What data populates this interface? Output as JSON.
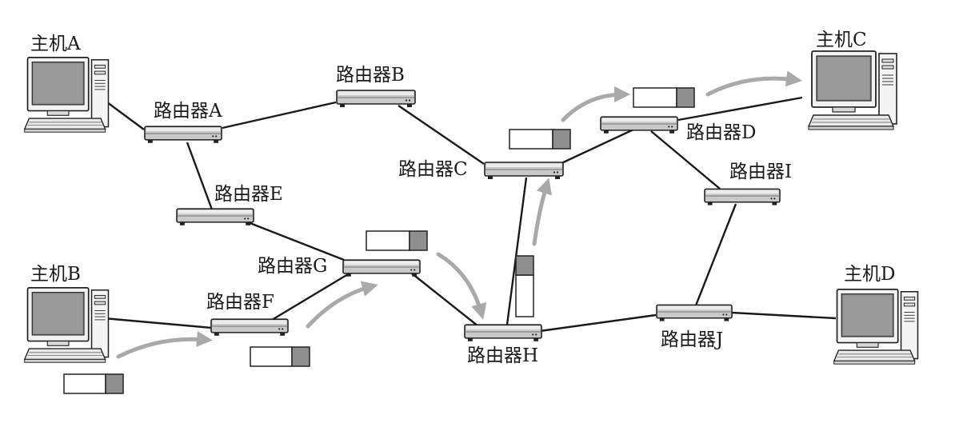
{
  "hosts": {
    "a": {
      "label": "主机A"
    },
    "b": {
      "label": "主机B"
    },
    "c": {
      "label": "主机C"
    },
    "d": {
      "label": "主机D"
    }
  },
  "routers": {
    "a": {
      "label": "路由器A"
    },
    "b": {
      "label": "路由器B"
    },
    "c": {
      "label": "路由器C"
    },
    "d": {
      "label": "路由器D"
    },
    "e": {
      "label": "路由器E"
    },
    "f": {
      "label": "路由器F"
    },
    "g": {
      "label": "路由器G"
    },
    "h": {
      "label": "路由器H"
    },
    "i": {
      "label": "路由器I"
    },
    "j": {
      "label": "路由器J"
    }
  },
  "links": [
    {
      "from": "host-a",
      "to": "router-a"
    },
    {
      "from": "router-a",
      "to": "router-b"
    },
    {
      "from": "router-a",
      "to": "router-e"
    },
    {
      "from": "router-b",
      "to": "router-c"
    },
    {
      "from": "router-e",
      "to": "router-g"
    },
    {
      "from": "host-b",
      "to": "router-f"
    },
    {
      "from": "router-f",
      "to": "router-g"
    },
    {
      "from": "router-g",
      "to": "router-h"
    },
    {
      "from": "router-h",
      "to": "router-c"
    },
    {
      "from": "router-c",
      "to": "router-d"
    },
    {
      "from": "router-d",
      "to": "host-c"
    },
    {
      "from": "router-d",
      "to": "router-i"
    },
    {
      "from": "router-i",
      "to": "router-j"
    },
    {
      "from": "router-h",
      "to": "router-j"
    },
    {
      "from": "router-j",
      "to": "host-d"
    }
  ],
  "packet_path": [
    "host-b",
    "router-f",
    "router-g",
    "router-h",
    "router-c",
    "router-d",
    "host-c"
  ],
  "colors": {
    "line": "#1a1a1a",
    "router_body": "#c9c9c9",
    "router_top": "#e6e6e6",
    "monitor_screen": "#8c8c8c",
    "arrow": "#a9a9a9",
    "packet_header": "#8f8f8f",
    "packet_body": "#ffffff"
  }
}
